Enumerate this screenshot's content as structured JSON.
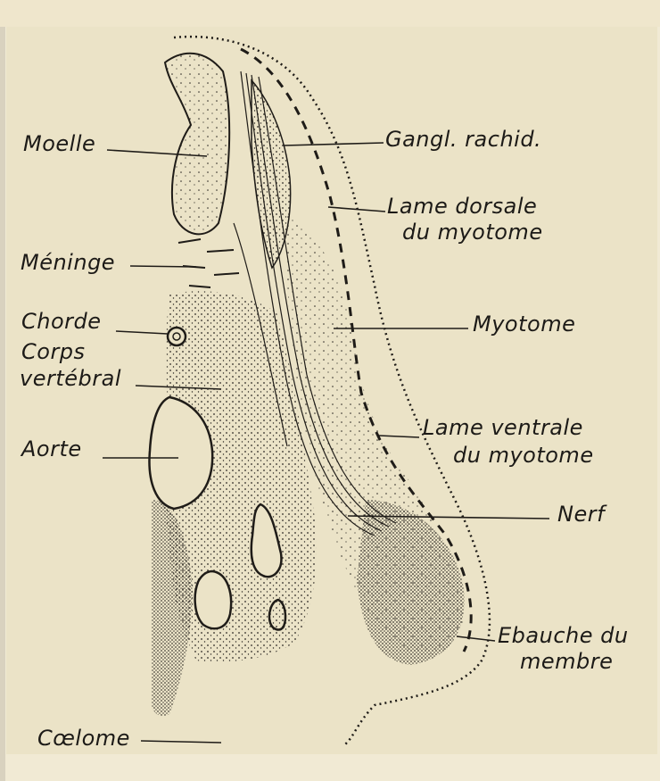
{
  "figure": {
    "labels": {
      "moelle": "Moelle",
      "gangl": "Gangl. rachid.",
      "lame_dorsale_1": "Lame dorsale",
      "lame_dorsale_2": "du myotome",
      "meninge": "Méninge",
      "chorde": "Chorde",
      "corps_1": "Corps",
      "corps_2": "vertébral",
      "myotome": "Myotome",
      "aorte": "Aorte",
      "lame_ventrale_1": "Lame ventrale",
      "lame_ventrale_2": "du myotome",
      "nerf": "Nerf",
      "ebauche_1": "Ebauche du",
      "ebauche_2": "membre",
      "coelome": "Cœlome"
    }
  }
}
